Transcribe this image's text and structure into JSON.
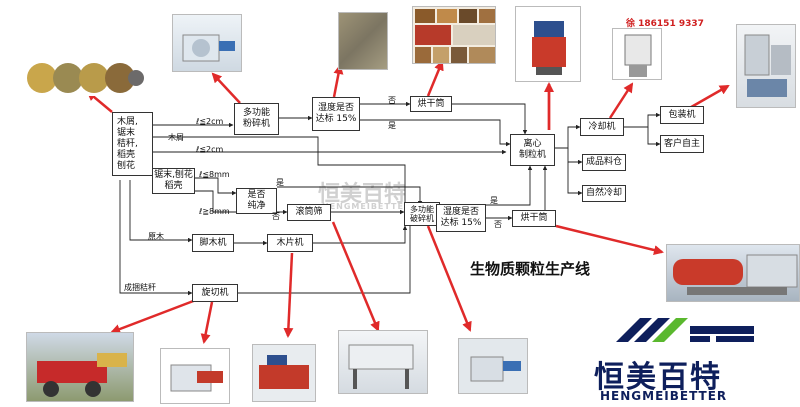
{
  "title": "生物质颗粒生产线",
  "nodes": {
    "raw": "木屑,\n锯末\n秸秆,\n稻壳\n刨花",
    "mill1": "多功能\n粉碎机",
    "check1": "湿度是否\n达标 15%",
    "dryer1": "烘干筒",
    "pellet": "离心\n制粒机",
    "cooler": "冷却机",
    "pack": "包装机",
    "client": "客户自主",
    "store": "成品料仓",
    "natcool": "自然冷却",
    "sawdust_group": "锯末,刨花\n稻壳",
    "pure": "是否\n纯净",
    "screen": "滚筒筛",
    "mill2": "多功能\n破碎机",
    "check2": "湿度是否\n达标 15%",
    "dryer2": "烘干筒",
    "peeler": "脚木机",
    "chipper": "木片机",
    "cutter": "旋切机"
  },
  "edge_labels": {
    "wood": "木屑",
    "le2_a": "ℓ≦2cm",
    "le2_b": "ℓ≦2cm",
    "le8_a": "ℓ≦8mm",
    "le8_b": "ℓ≧8mm",
    "yes1": "是",
    "no1": "否",
    "yes2": "是",
    "no2": "否",
    "yes3": "是",
    "no3": "否",
    "raw_wood": "原木",
    "straw": "成捆秸秆"
  },
  "logo": {
    "cn": "恒美百特",
    "en": "HENGMEIBETTER",
    "watermark_cn": "恒美百特",
    "watermark_en": "HENGMEIBETTER"
  },
  "phone": "徐 186151 9337",
  "colors": {
    "arrow_red": "#e02a2a",
    "logo_blue": "#0e1f5c",
    "logo_green": "#5ab82e"
  }
}
